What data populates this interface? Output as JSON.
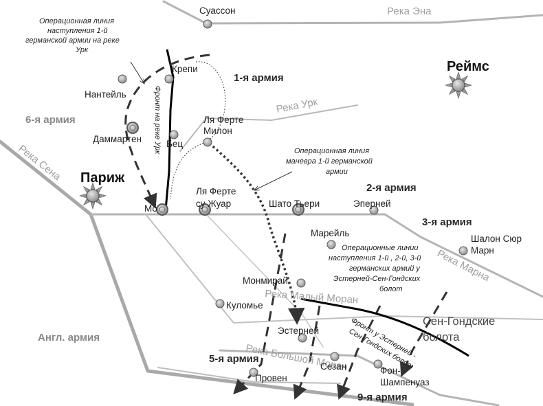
{
  "rivers": {
    "aisne": "Река Эна",
    "ourcq": "Река Урк",
    "seine": "Река Сена",
    "marne": "Река Марна",
    "petit_morin": "Река Малый Моран",
    "grand_morin": "Река Большой Моран"
  },
  "cities": {
    "soissons": "Суассон",
    "crepy": "Крепи",
    "nanteuil": "Нантейль",
    "dammartin": "Даммартен",
    "betz": "Бец",
    "ferte_milon_1": "Ля Ферте",
    "ferte_milon_2": "Милон",
    "paris": "Париж",
    "reims": "Реймс",
    "meaux": "Мо",
    "ferte_jouarre_1": "Ля Ферте",
    "ferte_jouarre_2": "су Жуар",
    "chateau_thierry": "Шато Тьери",
    "epernay": "Эперней",
    "mareuil": "Марейль",
    "chalons_1": "Шалон Сюр",
    "chalons_2": "Марн",
    "montmirail": "Монмирай",
    "coulommiers": "Куломье",
    "esternay": "Эстерней",
    "sezanne": "Сезан",
    "fere_1": "Фон-",
    "fere_2": "Шампенуаз",
    "provins": "Провен"
  },
  "armies": {
    "first": "1-я армия",
    "second": "2-я армия",
    "third": "3-я армия",
    "fifth": "5-я армия",
    "sixth": "6-я армия",
    "ninth": "9-я армия",
    "british": "Англ. армия"
  },
  "notes": {
    "ourcq_line": [
      "Операционная линия",
      "наступления 1-й",
      "германской армии на реке",
      "Урк"
    ],
    "ourcq_front": "Фронт на реке Урк",
    "maneuver": [
      "Операционная линия",
      "маневра 1-й германской",
      "армии"
    ],
    "operational": [
      "Операционные линии",
      "наступления 1-й , 2-й, 3-й",
      "германских армий у",
      "Эстерней-Сен-Гондских",
      "болот"
    ],
    "esternay_front": [
      "Фронт у Эстерней -",
      "Сен-Гондских болот"
    ]
  },
  "swamps": [
    "Сен-Гондские",
    "болота"
  ],
  "colors": {
    "river_line": "#b4b4b4",
    "road_line": "#b9b9b9",
    "front_line": "#000000",
    "advance_line": "#333333",
    "city_marker": "#a8a8a8"
  }
}
